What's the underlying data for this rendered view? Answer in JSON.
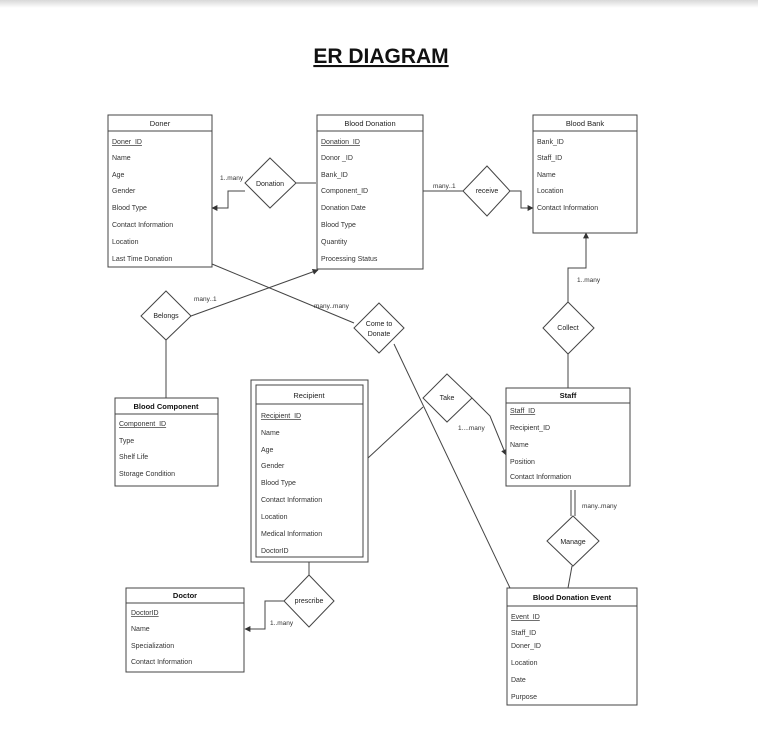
{
  "title": "ER DIAGRAM",
  "entities": {
    "doner": {
      "name": "Doner",
      "attributes": [
        "Doner_ID",
        "Name",
        "Age",
        "Gender",
        "Blood Type",
        "Contact Information",
        "Location",
        "Last Time Donation"
      ]
    },
    "blood_donation": {
      "name": "Blood Donation",
      "attributes": [
        "Donation_ID",
        "Donor _ID",
        "Bank_ID",
        "Component_ID",
        "Donation Date",
        "Blood Type",
        "Quantity",
        "Processing Status"
      ]
    },
    "blood_bank": {
      "name": "Blood Bank",
      "attributes": [
        "Bank_ID",
        "Staff_ID",
        "Name",
        "Location",
        "Contact Information"
      ]
    },
    "blood_component": {
      "name": "Blood Component",
      "attributes": [
        "Component_ID",
        "Type",
        "Shelf Life",
        "Storage Condition"
      ]
    },
    "recipient": {
      "name": "Recipient",
      "attributes": [
        "Recipient_ID",
        "Name",
        "Age",
        "Gender",
        "Blood Type",
        "Contact Information",
        "Location",
        "Medical Information",
        "DoctorID"
      ]
    },
    "staff": {
      "name": "Staff",
      "attributes": [
        "Staff_ID",
        "Recipient_ID",
        "Name",
        "Position",
        "Contact Information"
      ]
    },
    "doctor": {
      "name": "Doctor",
      "attributes": [
        "DoctorID",
        "Name",
        "Specialization",
        "Contact Information"
      ]
    },
    "event": {
      "name": "Blood Donation Event",
      "attributes": [
        "Event_ID",
        "Staff_ID",
        "Doner_ID",
        "Location",
        "Date",
        "Purpose"
      ]
    }
  },
  "relationships": {
    "donation": "Donation",
    "receive": "receive",
    "belongs": "Belongs",
    "come_to_donate_1": "Come to",
    "come_to_donate_2": "Donate",
    "collect": "Collect",
    "take": "Take",
    "manage": "Manage",
    "prescribe": "prescribe"
  },
  "cardinalities": {
    "donation": "1..many",
    "receive": "many..1",
    "belongs": "many..1",
    "come_to_donate": "many..many",
    "collect": "1..many",
    "take": "1....many",
    "manage": "many..many",
    "prescribe": "1..many"
  }
}
